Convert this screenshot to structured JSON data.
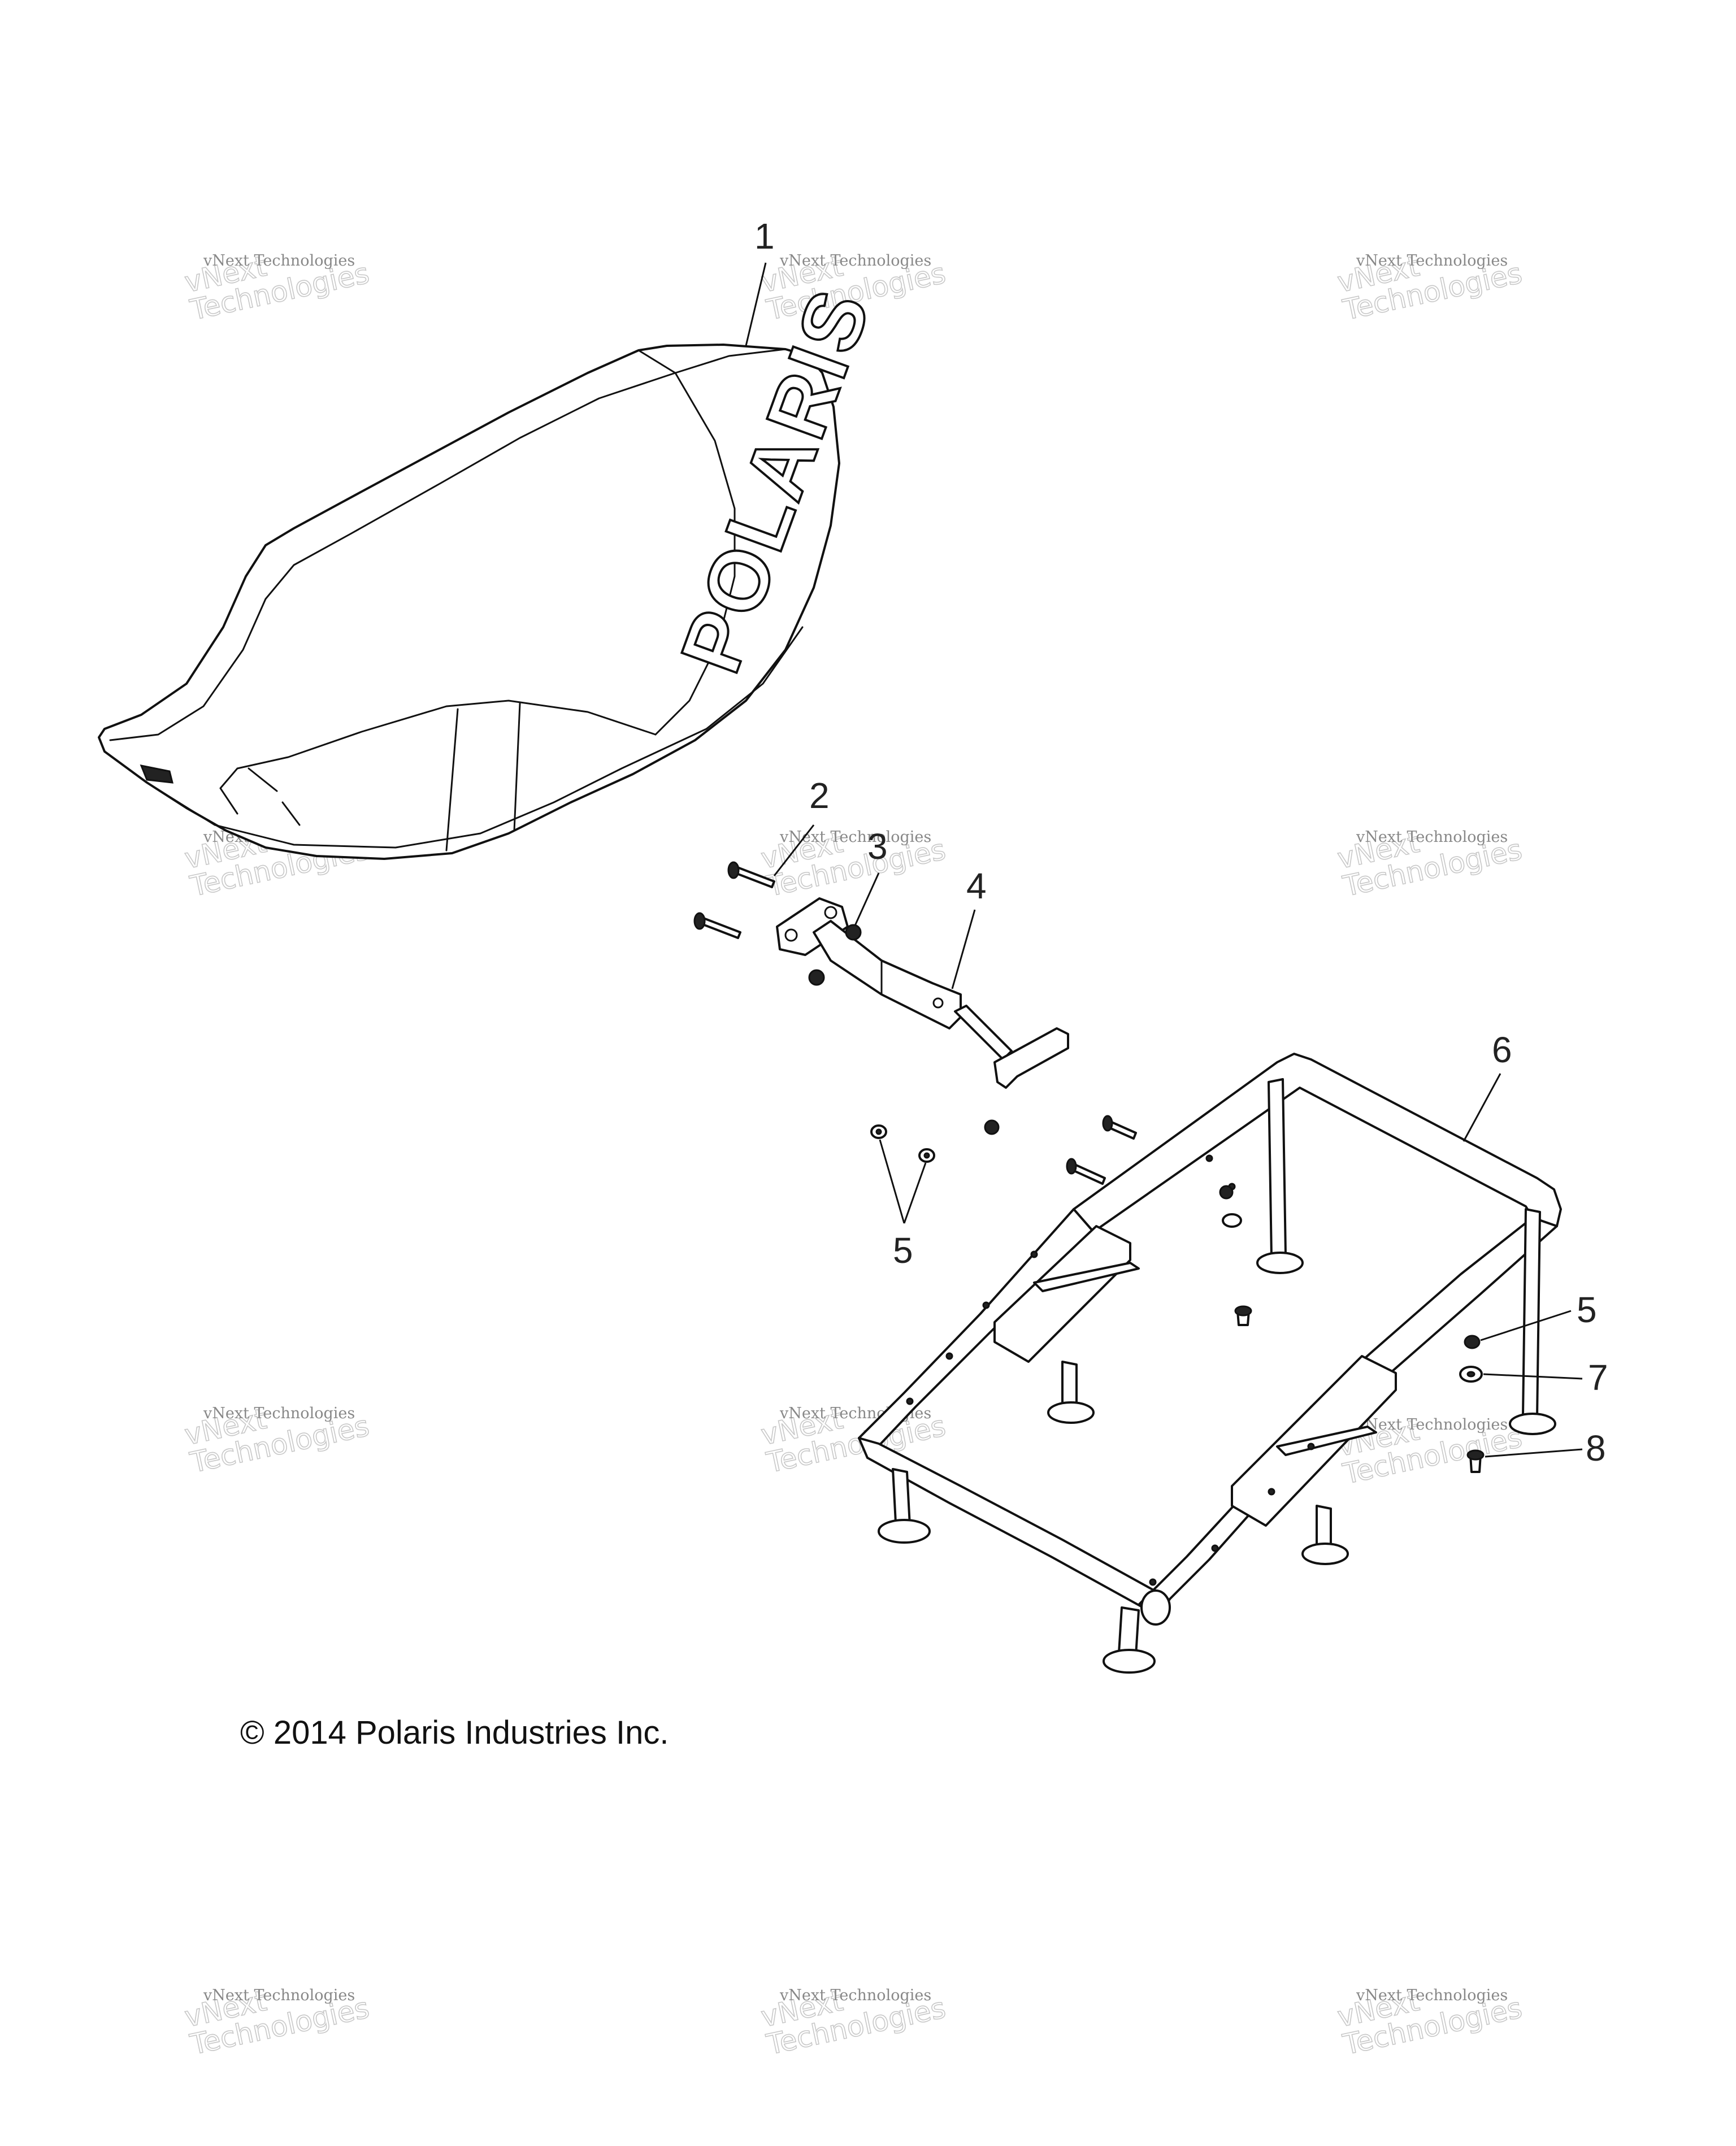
{
  "callouts": {
    "c1": "1",
    "c2": "2",
    "c3": "3",
    "c4": "4",
    "c5a": "5",
    "c5b": "5",
    "c6": "6",
    "c7": "7",
    "c8": "8"
  },
  "copyright": "© 2014 Polaris Industries Inc.",
  "logo": "POLARIS",
  "watermark": {
    "line1": "vNext Technologies",
    "line2": "vNext\nTechnologies"
  },
  "colors": {
    "line": "#111111",
    "background": "#ffffff",
    "watermark": "#c8c8c8"
  }
}
